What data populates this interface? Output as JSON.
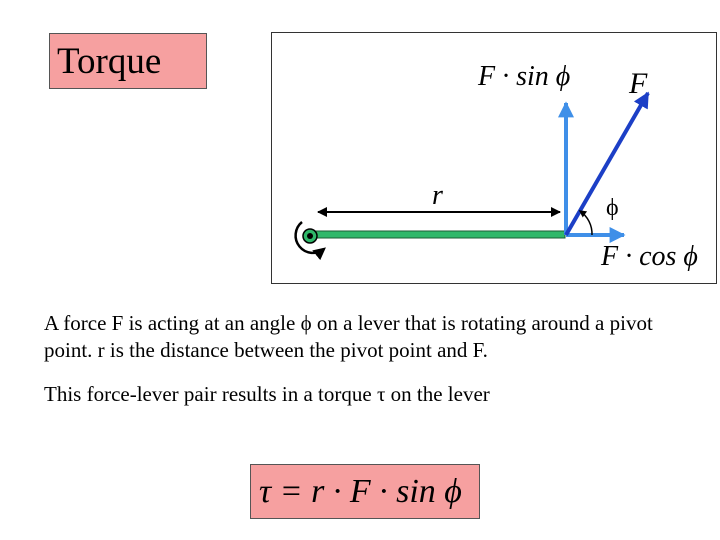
{
  "title": "Torque",
  "diagram": {
    "label_f_sin": "F · sin ϕ",
    "label_f": "F",
    "label_r": "r",
    "label_phi": "ϕ",
    "label_f_cos": "F · cos ϕ",
    "colors": {
      "lever": "#2fb86a",
      "component_arrows": "#3f8fe8",
      "force_arrow": "#1c3fc6",
      "pivot": "#1f7a44"
    }
  },
  "text": {
    "description": "A force F is acting at an angle ϕ on a lever that is rotating around a pivot point. r is the distance between the pivot point and F.",
    "result": "This force-lever pair results in a torque τ on the lever"
  },
  "formula": {
    "tau": "τ",
    "rest": " = r · F · sin ϕ"
  }
}
